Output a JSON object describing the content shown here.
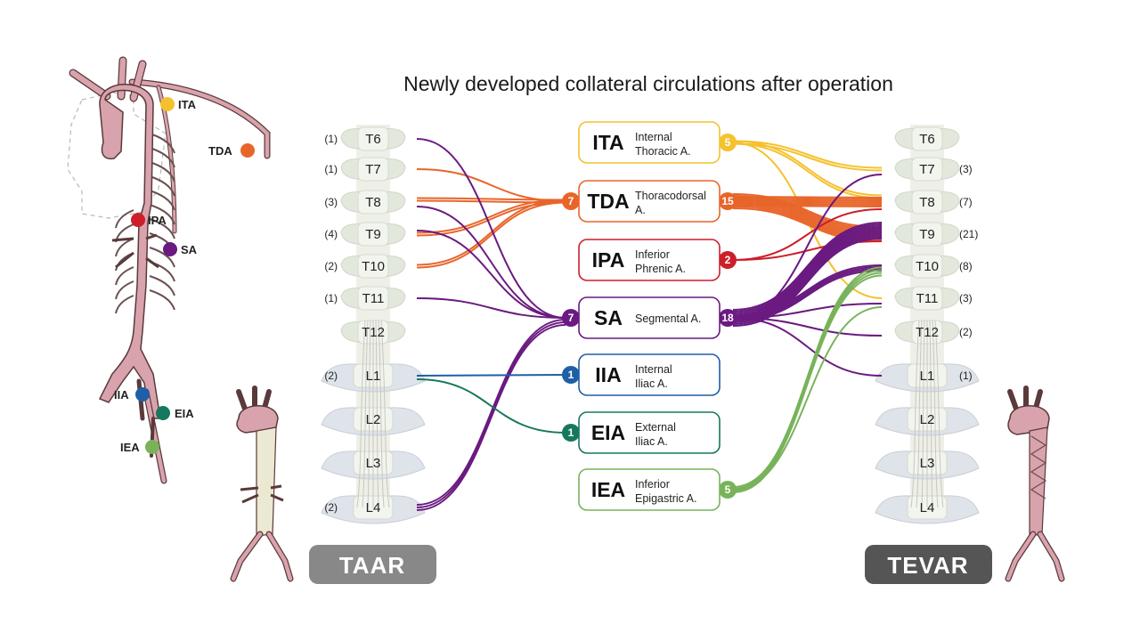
{
  "title": "Newly developed collateral circulations after operation",
  "colors": {
    "ITA": "#f5c12e",
    "TDA": "#e8652a",
    "IPA": "#cc1f2a",
    "SA": "#6a1a80",
    "IIA": "#1f5fa6",
    "EIA": "#16785e",
    "IEA": "#78b35a",
    "aorta": "#d9a3ad",
    "spine": "#e5e9de",
    "tag_taar": "#888888",
    "tag_tevar": "#555555"
  },
  "left_spine": {
    "vertebrae": [
      "T6",
      "T7",
      "T8",
      "T9",
      "T10",
      "T11",
      "T12",
      "L1",
      "L2",
      "L3",
      "L4"
    ],
    "counts": [
      "(1)",
      "(1)",
      "(3)",
      "(4)",
      "(2)",
      "(1)",
      "",
      "(2)",
      "",
      "",
      "(2)"
    ]
  },
  "right_spine": {
    "vertebrae": [
      "T6",
      "T7",
      "T8",
      "T9",
      "T10",
      "T11",
      "T12",
      "L1",
      "L2",
      "L3",
      "L4"
    ],
    "counts": [
      "",
      "(3)",
      "(7)",
      "(21)",
      "(8)",
      "(3)",
      "(2)",
      "(1)",
      "",
      "",
      ""
    ]
  },
  "arteries": [
    {
      "key": "ITA",
      "abbr": "ITA",
      "full1": "Internal",
      "full2": "Thoracic A.",
      "left_count": "",
      "right_count": "5"
    },
    {
      "key": "TDA",
      "abbr": "TDA",
      "full1": "Thoracodorsal",
      "full2": "A.",
      "left_count": "7",
      "right_count": "15"
    },
    {
      "key": "IPA",
      "abbr": "IPA",
      "full1": "Inferior",
      "full2": "Phrenic A.",
      "left_count": "",
      "right_count": "2"
    },
    {
      "key": "SA",
      "abbr": "SA",
      "full1": "Segmental A.",
      "full2": "",
      "left_count": "7",
      "right_count": "18"
    },
    {
      "key": "IIA",
      "abbr": "IIA",
      "full1": "Internal",
      "full2": "Iliac A.",
      "left_count": "1",
      "right_count": ""
    },
    {
      "key": "EIA",
      "abbr": "EIA",
      "full1": "External",
      "full2": "Iliac A.",
      "left_count": "1",
      "right_count": ""
    },
    {
      "key": "IEA",
      "abbr": "IEA",
      "full1": "Inferior",
      "full2": "Epigastric A.",
      "left_count": "",
      "right_count": "5"
    }
  ],
  "anatomy_labels": [
    "ITA",
    "TDA",
    "IPA",
    "SA",
    "IIA",
    "EIA",
    "IEA"
  ],
  "procedures": {
    "left": "TAAR",
    "right": "TEVAR"
  }
}
